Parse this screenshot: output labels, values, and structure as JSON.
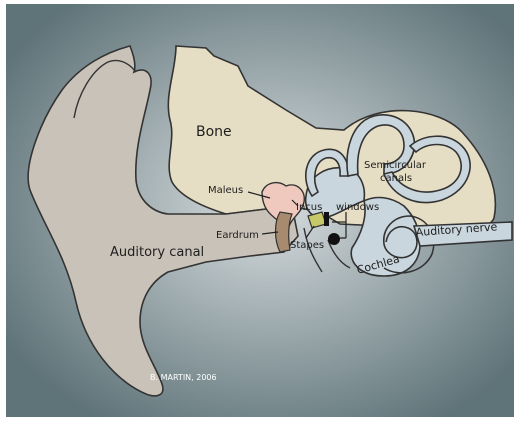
{
  "labels": {
    "bone": "Bone",
    "semicircular_line1": "Semicircular",
    "semicircular_line2": "canals",
    "malleus": "Maleus",
    "incus": "Incus",
    "windows": "windows",
    "eardrum": "Eardrum",
    "stapes": "Stapes",
    "auditory_canal": "Auditory canal",
    "auditory_nerve": "Auditory nerve",
    "cochlea": "Cochlea"
  },
  "credit": "B. MARTIN, 2006",
  "colors": {
    "background_center": "#d9dee0",
    "background_edge": "#5f7479",
    "outer_ear": "#c9c2b8",
    "bone": "#e6dec4",
    "inner_ear": "#c9d6dd",
    "ossicles": "#efc9bd",
    "eardrum": "#a88a6e",
    "stapes": "#c6c86a",
    "outline": "#333333"
  }
}
